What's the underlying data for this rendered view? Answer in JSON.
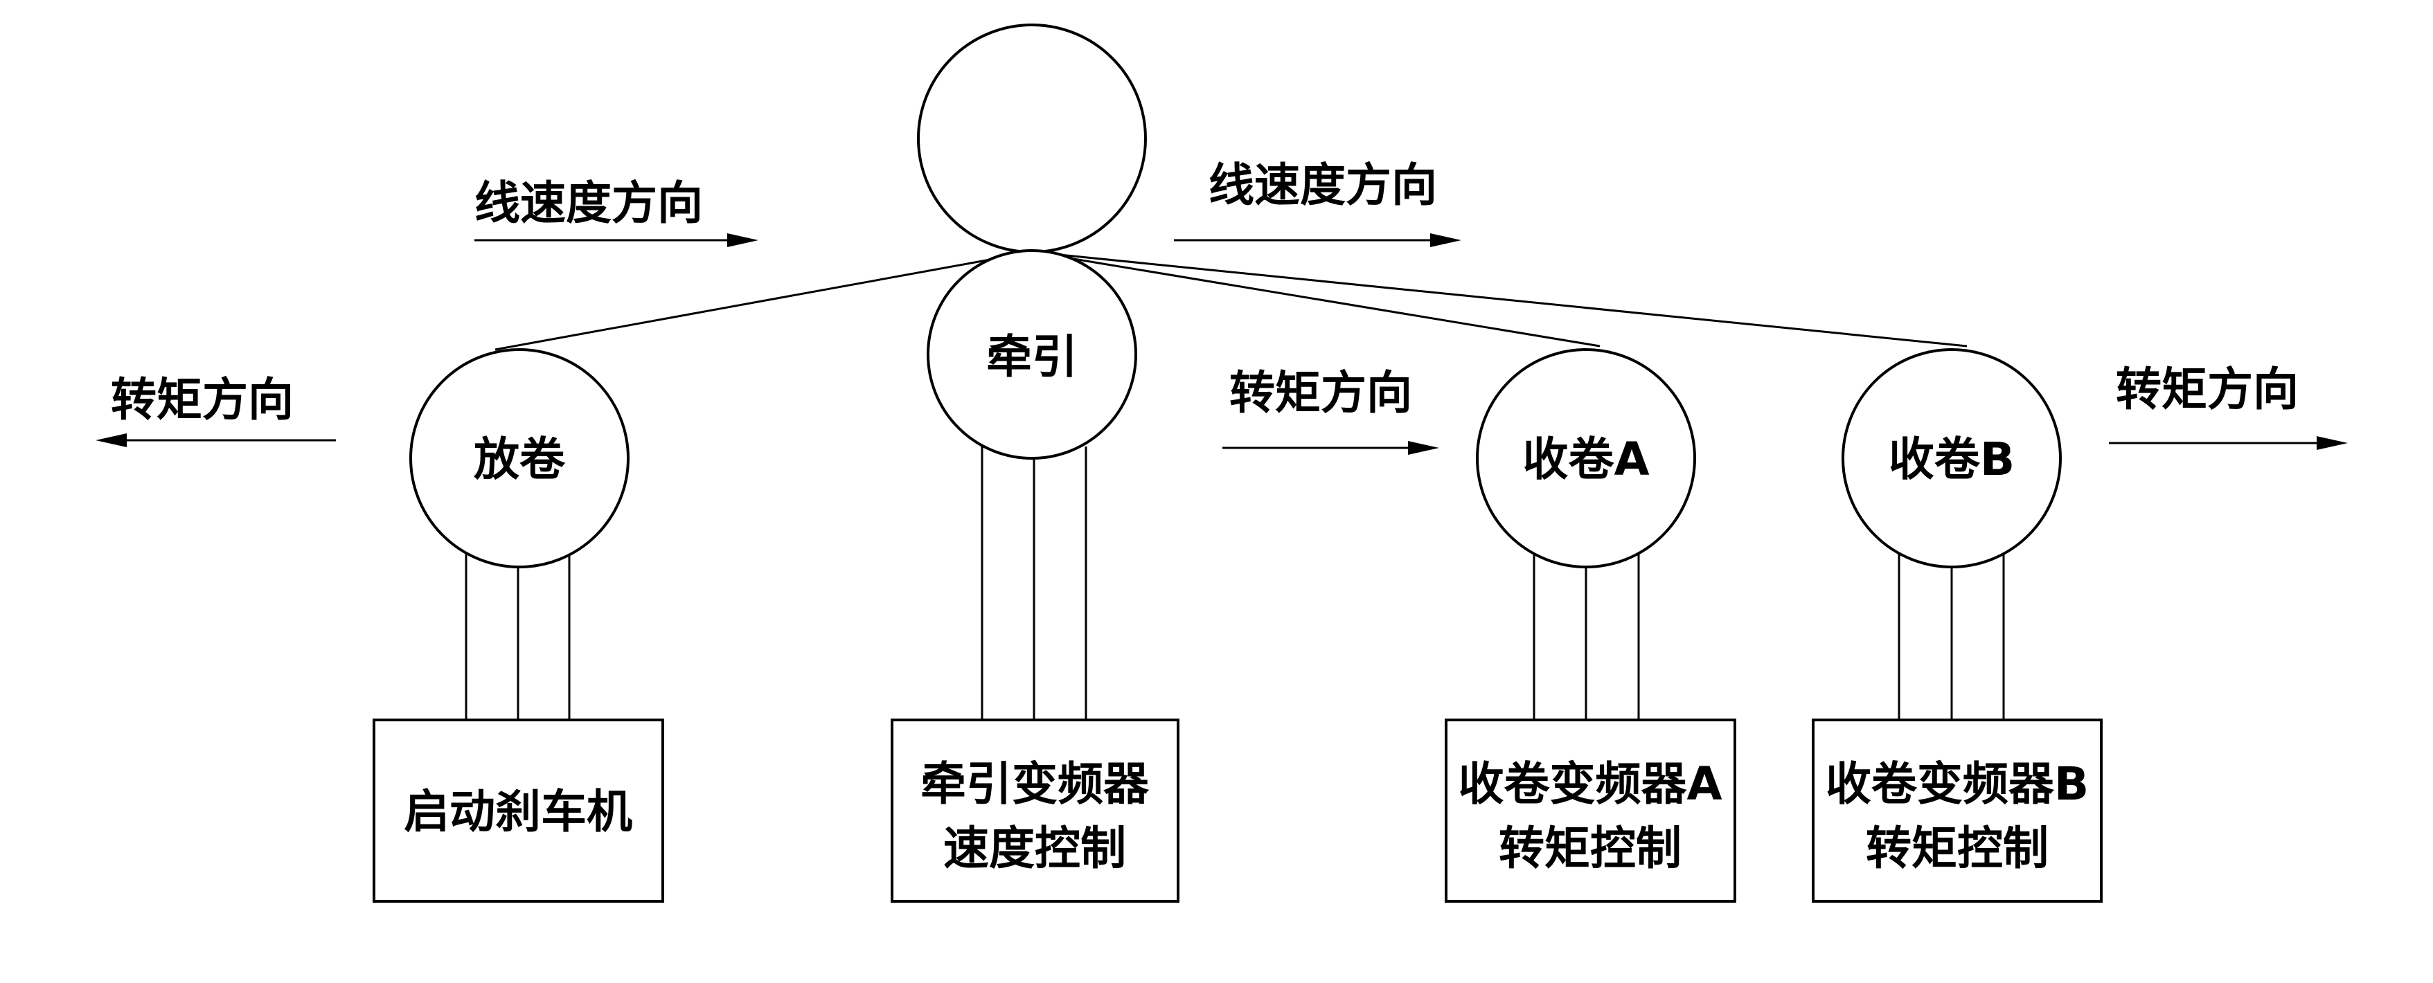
{
  "top_roller": {
    "label": ""
  },
  "labels": {
    "line_speed_left": "线速度方向",
    "line_speed_right": "线速度方向",
    "torque_left": "转矩方向",
    "torque_middle": "转矩方向",
    "torque_right": "转矩方向"
  },
  "rollers": {
    "unwind": "放卷",
    "traction": "牵引",
    "winder_a": "收卷A",
    "winder_b": "收卷B"
  },
  "boxes": {
    "unwind": {
      "line1": "启动刹车机",
      "line2": ""
    },
    "traction": {
      "line1": "牵引变频器",
      "line2": "速度控制"
    },
    "winder_a": {
      "line1": "收卷变频器A",
      "line2": "转矩控制"
    },
    "winder_b": {
      "line1": "收卷变频器B",
      "line2": "转矩控制"
    }
  }
}
